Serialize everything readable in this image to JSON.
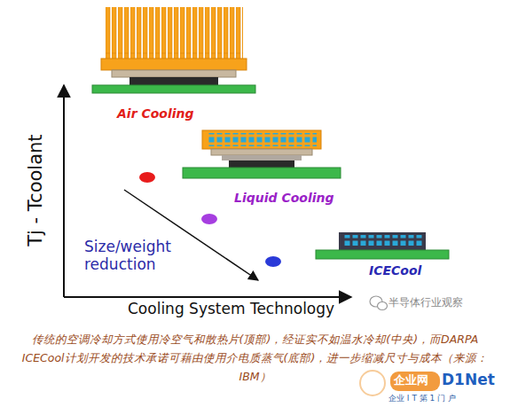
{
  "diagram": {
    "caption": "传统的空调冷却方式使用冷空气和散热片(顶部)，经证实不如温水冷却(中央)，而DARPA ICECool计划开发的技术承诺可藉由使用介电质蒸气(底部)，进一步缩减尺寸与成本（来源：IBM）",
    "labels": [
      "Air Cooling",
      "Liquid Cooling",
      "ICECool",
      "Tj - Tcoolant",
      "Size/weight reduction",
      "Cooling System Technology",
      "半导体行业观察",
      "企业网",
      "D1Net",
      "企业 I T 第 1 门 户"
    ]
  }
}
